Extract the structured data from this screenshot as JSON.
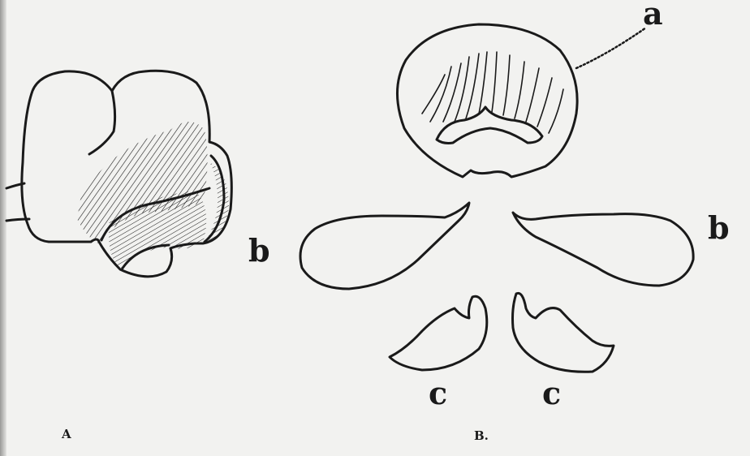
{
  "figure": {
    "labels": {
      "a": "a",
      "b_left": "b",
      "b_right": "b",
      "c_left": "c",
      "c_right": "c",
      "panel_A": "A",
      "panel_B": "B."
    },
    "colors": {
      "paper": "#f2f2f0",
      "ink": "#1a1a1a"
    }
  }
}
